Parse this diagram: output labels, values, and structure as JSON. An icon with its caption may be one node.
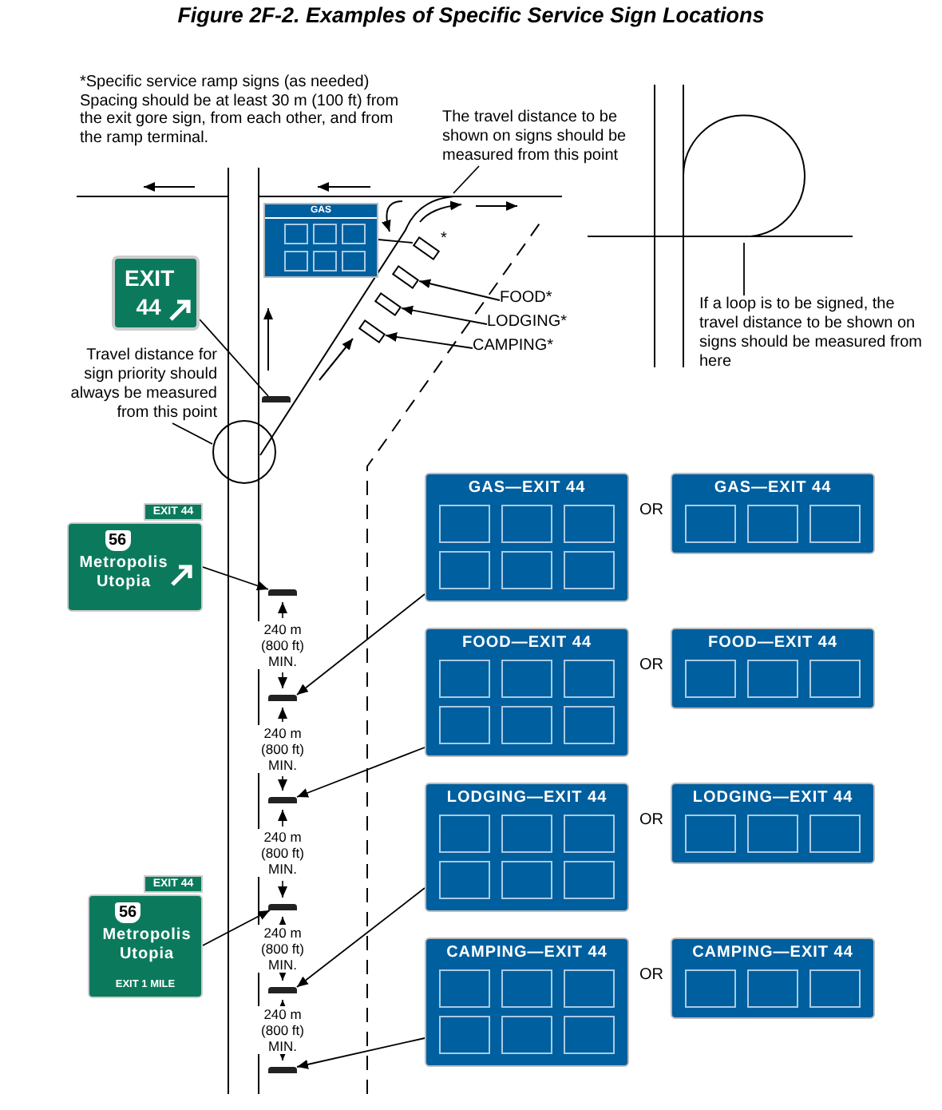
{
  "diagram": {
    "title": "Figure 2F-2.  Examples of Specific Service Sign Locations",
    "nodes": [
      {
        "text": [
          "The travel distance to be shown on signs should be measured from this point"
        ]
      },
      {
        "text": [
          "GAS"
        ]
      },
      {
        "text": [],
        "shape": "box",
        "beside": [
          "*"
        ]
      },
      {
        "text": [],
        "shape": "box"
      },
      {
        "text": [],
        "shape": "box"
      },
      {
        "text": [],
        "shape": "box"
      },
      {
        "text": [
          "EXIT 44"
        ]
      },
      {
        "text": [
          "FOOD*"
        ]
      },
      {
        "text": [
          "LODGING*"
        ]
      },
      {
        "text": [
          "CAMPING*"
        ]
      },
      {
        "text": [
          "Travel distance for sign priority should always be measured from this point"
        ]
      },
      {
        "text": [],
        "shape": "bar"
      },
      {
        "text": [],
        "shape": "circle"
      },
      {
        "text": [
          "If a loop is to be signed, the travel distance to be shown on signs should be measured from here"
        ]
      },
      {
        "text": [
          "EXIT 44",
          "56",
          "Metropolis Utopia"
        ]
      },
      {
        "text": [
          "GAS—EXIT 44"
        ]
      },
      {
        "text": [
          "GAS—EXIT 44"
        ]
      },
      {
        "text": [],
        "shape": "bar"
      },
      {
        "text": [
          "FOOD—EXIT 44"
        ]
      },
      {
        "text": [
          "FOOD—EXIT 44"
        ]
      },
      {
        "text": [],
        "shape": "bar"
      },
      {
        "text": [],
        "shape": "bar"
      },
      {
        "text": [
          "LODGING—EXIT 44"
        ]
      },
      {
        "text": [
          "LODGING—EXIT 44"
        ]
      },
      {
        "text": [
          "EXIT 44",
          "56",
          "Metropolis Utopia",
          "EXIT 1 MILE"
        ]
      },
      {
        "text": [],
        "shape": "bar"
      },
      {
        "text": [],
        "shape": "bar"
      },
      {
        "text": [
          "CAMPING—EXIT 44"
        ]
      },
      {
        "text": [
          "CAMPING—EXIT 44"
        ]
      },
      {
        "text": [],
        "shape": "bar"
      }
    ],
    "edges": [
      {
        "from": 0,
        "to": null,
        "arrow": "none"
      },
      {
        "from": 1,
        "to": 2,
        "arrow": "none"
      },
      {
        "from": 7,
        "to": 3,
        "arrow": "to"
      },
      {
        "from": 8,
        "to": 4,
        "arrow": "to"
      },
      {
        "from": 9,
        "to": 5,
        "arrow": "to"
      },
      {
        "from": 6,
        "to": 11,
        "arrow": "none"
      },
      {
        "from": 10,
        "to": 12,
        "arrow": "none"
      },
      {
        "from": 13,
        "to": null,
        "arrow": "none"
      },
      {
        "from": 14,
        "to": 17,
        "arrow": "to"
      },
      {
        "from": 15,
        "to": 20,
        "arrow": "to"
      },
      {
        "from": 18,
        "to": 21,
        "arrow": "to"
      },
      {
        "from": 24,
        "to": 25,
        "arrow": "to"
      },
      {
        "from": 22,
        "to": 26,
        "arrow": "to"
      },
      {
        "from": 27,
        "to": 29,
        "arrow": "to"
      }
    ],
    "labels": [
      "*Specific service ramp signs (as needed) Spacing should be at least 30 m (100 ft) from the exit gore sign, from each other, and from the ramp terminal.",
      "OR",
      "240 m (800 ft) MIN.",
      "OR",
      "240 m (800 ft) MIN.",
      "OR",
      "240 m (800 ft) MIN.",
      "240 m (800 ft) MIN.",
      "OR",
      "240 m (800 ft) MIN."
    ]
  }
}
